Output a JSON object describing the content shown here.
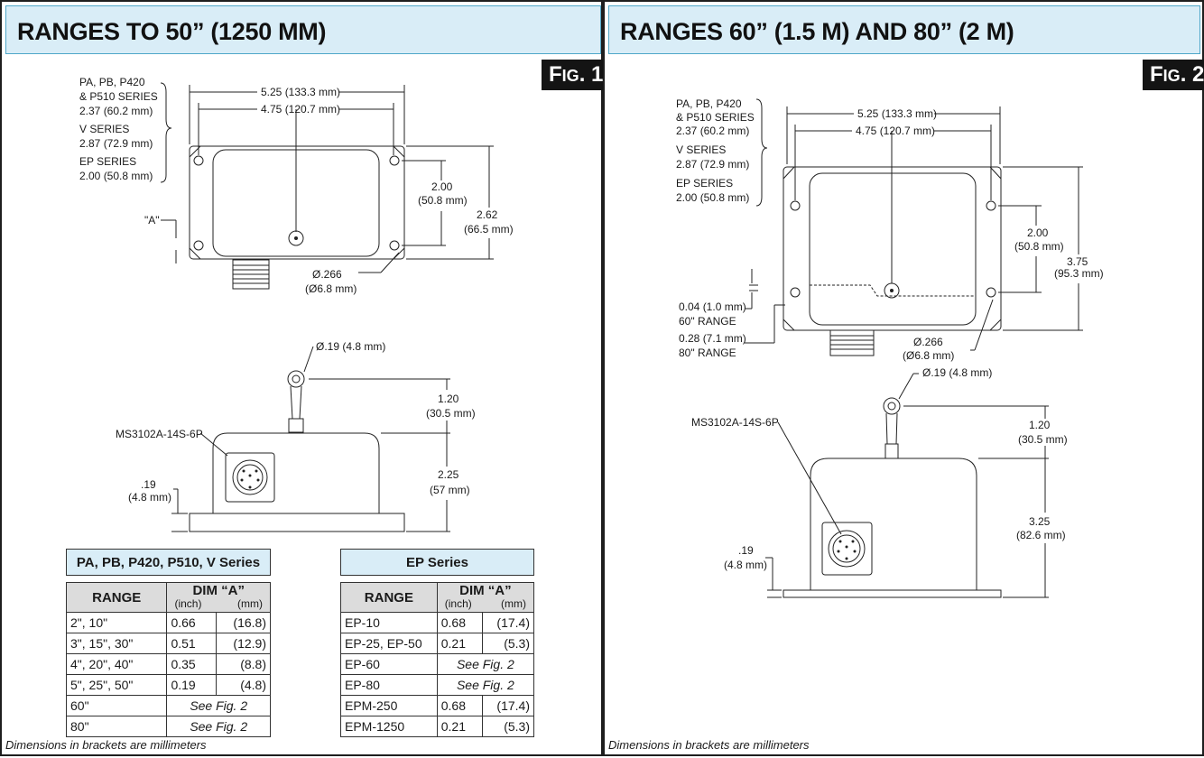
{
  "left": {
    "title": "RANGES TO 50” (1250 MM)",
    "fig": {
      "prefix": "F",
      "small": "IG",
      "num": ". 1"
    },
    "footnote": "Dimensions in brackets are millimeters",
    "labels": {
      "series1": "PA, PB, P420",
      "series2": "& P510 SERIES",
      "series3": "2.37 (60.2 mm)",
      "series4": "V SERIES",
      "series5": "2.87 (72.9 mm)",
      "series6": "EP SERIES",
      "series7": "2.00 (50.8 mm)",
      "w1": "5.25 (133.3 mm)",
      "w2": "4.75 (120.7 mm)",
      "h1a": "2.00",
      "h1b": "(50.8 mm)",
      "h2a": "2.62",
      "h2b": "(66.5 mm)",
      "dimA": "\"A\"",
      "hole1": "Ø.266",
      "hole2": "(Ø6.8 mm)",
      "cable": "Ø.19 (4.8 mm)",
      "up1": "1.20",
      "up2": "(30.5 mm)",
      "conn": "MS3102A-14S-6P",
      "body1": "2.25",
      "body2": "(57 mm)",
      "base1": ".19",
      "base2": "(4.8 mm)"
    },
    "table1": {
      "title": "PA, PB, P420, P510, V Series",
      "h_range": "RANGE",
      "h_dim": "DIM “A”",
      "h_inch": "(inch)",
      "h_mm": "(mm)",
      "rows": [
        {
          "range": "2\", 10\"",
          "inch": "0.66",
          "mm": "(16.8)"
        },
        {
          "range": "3\", 15\", 30\"",
          "inch": "0.51",
          "mm": "(12.9)"
        },
        {
          "range": "4\", 20\", 40\"",
          "inch": "0.35",
          "mm": "(8.8)"
        },
        {
          "range": "5\", 25\", 50\"",
          "inch": "0.19",
          "mm": "(4.8)"
        },
        {
          "range": "60\"",
          "see": "See Fig. 2"
        },
        {
          "range": "80\"",
          "see": "See Fig. 2"
        }
      ]
    },
    "table2": {
      "title": "EP Series",
      "h_range": "RANGE",
      "h_dim": "DIM “A”",
      "h_inch": "(inch)",
      "h_mm": "(mm)",
      "rows": [
        {
          "range": "EP-10",
          "inch": "0.68",
          "mm": "(17.4)"
        },
        {
          "range": "EP-25, EP-50",
          "inch": "0.21",
          "mm": "(5.3)"
        },
        {
          "range": "EP-60",
          "see": "See Fig. 2"
        },
        {
          "range": "EP-80",
          "see": "See Fig. 2"
        },
        {
          "range": "EPM-250",
          "inch": "0.68",
          "mm": "(17.4)"
        },
        {
          "range": "EPM-1250",
          "inch": "0.21",
          "mm": "(5.3)"
        }
      ]
    }
  },
  "right": {
    "title": "RANGES 60” (1.5 M) AND 80” (2 M)",
    "fig": {
      "prefix": "F",
      "small": "IG",
      "num": ". 2"
    },
    "footnote": "Dimensions in brackets are millimeters",
    "labels": {
      "series1": "PA, PB, P420",
      "series2": "& P510 SERIES",
      "series3": "2.37 (60.2 mm)",
      "series4": "V SERIES",
      "series5": "2.87 (72.9 mm)",
      "series6": "EP SERIES",
      "series7": "2.00 (50.8 mm)",
      "w1": "5.25 (133.3 mm)",
      "w2": "4.75 (120.7 mm)",
      "h1a": "2.00",
      "h1b": "(50.8 mm)",
      "h2a": "3.75",
      "h2b": "(95.3 mm)",
      "r60a": "0.04 (1.0 mm)",
      "r60b": "60\" RANGE",
      "r80a": "0.28 (7.1 mm)",
      "r80b": "80\" RANGE",
      "hole1": "Ø.266",
      "hole2": "(Ø6.8 mm)",
      "cable": "Ø.19 (4.8 mm)",
      "conn": "MS3102A-14S-6P",
      "up1": "1.20",
      "up2": "(30.5 mm)",
      "body1": "3.25",
      "body2": "(82.6 mm)",
      "base1": ".19",
      "base2": "(4.8 mm)"
    }
  }
}
